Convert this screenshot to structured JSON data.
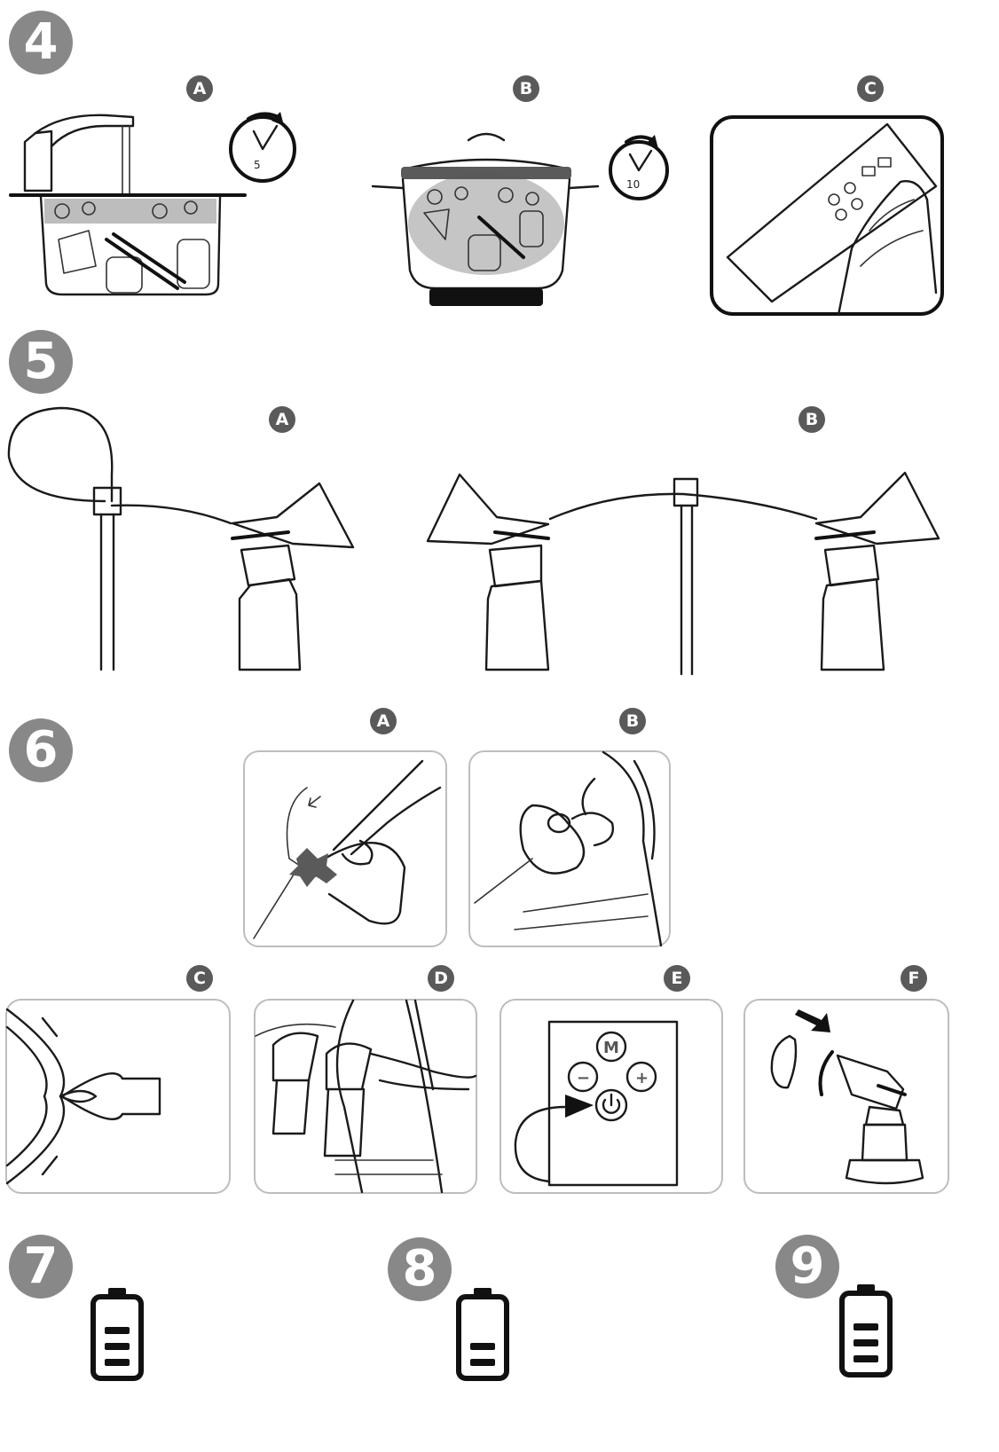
{
  "steps": [
    {
      "number": "4",
      "panels": [
        {
          "letter": "A",
          "timer": "5"
        },
        {
          "letter": "B",
          "timer": "10"
        },
        {
          "letter": "C"
        }
      ]
    },
    {
      "number": "5",
      "panels": [
        {
          "letter": "A"
        },
        {
          "letter": "B"
        }
      ]
    },
    {
      "number": "6",
      "panels": [
        {
          "letter": "A"
        },
        {
          "letter": "B"
        },
        {
          "letter": "C"
        },
        {
          "letter": "D"
        },
        {
          "letter": "E"
        },
        {
          "letter": "F"
        }
      ]
    },
    {
      "number": "7",
      "battery_level": 3
    },
    {
      "number": "8",
      "battery_level": 2
    },
    {
      "number": "9",
      "battery_level": 3
    }
  ],
  "control_panel": {
    "mode": "M",
    "minus": "−",
    "plus": "+"
  },
  "icons": [
    "faucet-icon",
    "timer-icon",
    "pot-icon",
    "wipe-cloth-icon",
    "breast-pump-icon",
    "battery-icon",
    "power-icon"
  ],
  "colors": {
    "badge": "#888888",
    "letter_badge": "#5a5a5a",
    "panel_border": "#bdbdbd",
    "line": "#1a1a1a"
  }
}
